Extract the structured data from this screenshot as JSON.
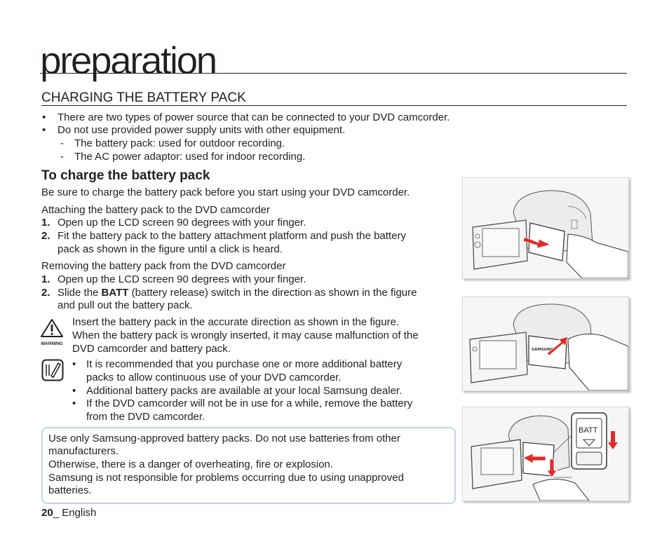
{
  "chapter_title": "preparation",
  "section_title": "CHARGING THE BATTERY PACK",
  "intro_bullets": [
    "There are two types of power source that can be connected to your DVD camcorder.",
    "Do not use provided power supply units with other equipment."
  ],
  "intro_dashes": [
    "The battery pack: used for outdoor recording.",
    "The AC power adaptor: used for indoor recording."
  ],
  "subheading": "To charge the battery pack",
  "subheading_intro": "Be sure to charge the battery pack before you start using your DVD camcorder.",
  "attach": {
    "heading": "Attaching the battery pack to the DVD camcorder",
    "steps": [
      {
        "num": "1.",
        "lines": [
          "Open up the LCD screen 90 degrees with your finger."
        ]
      },
      {
        "num": "2.",
        "lines": [
          "Fit the battery pack to the battery attachment platform and push the battery",
          "pack as shown in the figure until a click is heard."
        ]
      }
    ]
  },
  "remove": {
    "heading": "Removing the battery pack from the DVD camcorder",
    "steps": [
      {
        "num": "1.",
        "lines": [
          "Open up the LCD screen 90 degrees with your finger."
        ]
      },
      {
        "num": "2.",
        "pre": "Slide the ",
        "bold": "BATT",
        "post": " (battery release) switch in the direction as shown in the figure",
        "lines": [
          "and pull out the battery pack."
        ]
      }
    ]
  },
  "warning": {
    "icon_label": "WARNING",
    "lines": [
      "Insert the battery pack in the accurate direction as shown in the figure.",
      "When the battery pack is wrongly inserted, it may cause malfunction of the",
      "DVD camcorder and battery pack."
    ]
  },
  "memo_bullets": [
    [
      "It is recommended that you purchase one or more additional battery",
      "packs to allow continuous use of your DVD camcorder."
    ],
    [
      "Additional battery packs are available at your local Samsung dealer."
    ],
    [
      "If the DVD camcorder will not be in use for a while, remove the battery",
      "from the DVD camcorder."
    ]
  ],
  "note_box_lines": [
    "Use only Samsung-approved battery packs. Do not use batteries from other",
    "manufacturers.",
    "Otherwise, there is a danger of overheating, fire or explosion.",
    "Samsung is not responsible for problems occurring due to using unapproved",
    "batteries."
  ],
  "figure3_switch_label": "BATT",
  "battery_brand": "SAMSUNG",
  "footer": {
    "page": "20",
    "sep": "_ ",
    "lang": "English"
  },
  "colors": {
    "arrow": "#e02a26",
    "note_border": "#c6d3e8",
    "text": "#231f20"
  }
}
